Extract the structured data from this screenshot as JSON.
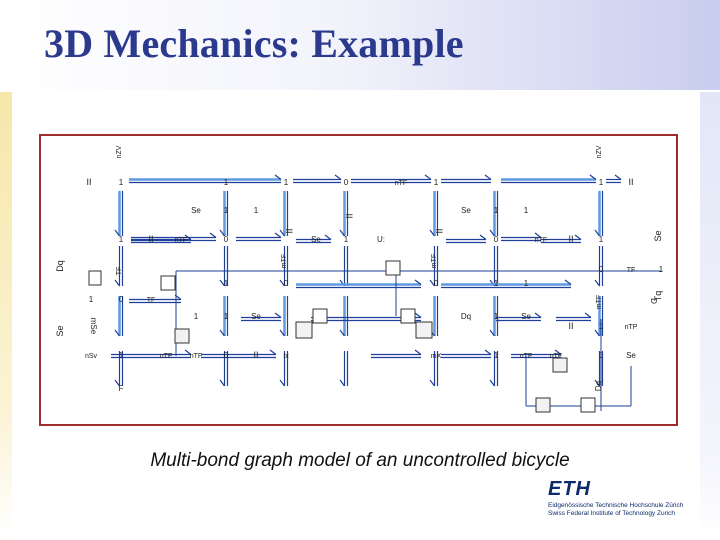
{
  "slide": {
    "title": "3D Mechanics: Example",
    "caption": "Multi-bond graph model of an uncontrolled bicycle"
  },
  "logo": {
    "mark": "ETH",
    "line1": "Eidgenössische Technische Hochschule Zürich",
    "line2": "Swiss Federal Institute of Technology Zurich"
  },
  "diagram": {
    "labels": {
      "zero": "0",
      "one": "1",
      "se": "Se",
      "mse": "mSe",
      "mtf": "mTF",
      "ntf": "nTF",
      "tf": "TF",
      "dq": "Dq",
      "ntp": "nTP",
      "nsv": "nSv",
      "f": "F",
      "nzv": "nZV",
      "ix": "Ix",
      "mx": "mX",
      "ll": "II",
      "d": "D",
      "u": "U:",
      "tq": "Tq"
    },
    "colors": {
      "bond": "#1f3f9a",
      "bond_light": "#7aa7e0",
      "bond_highlight": "#5f9ae0",
      "frame": "#a12a2a"
    }
  }
}
